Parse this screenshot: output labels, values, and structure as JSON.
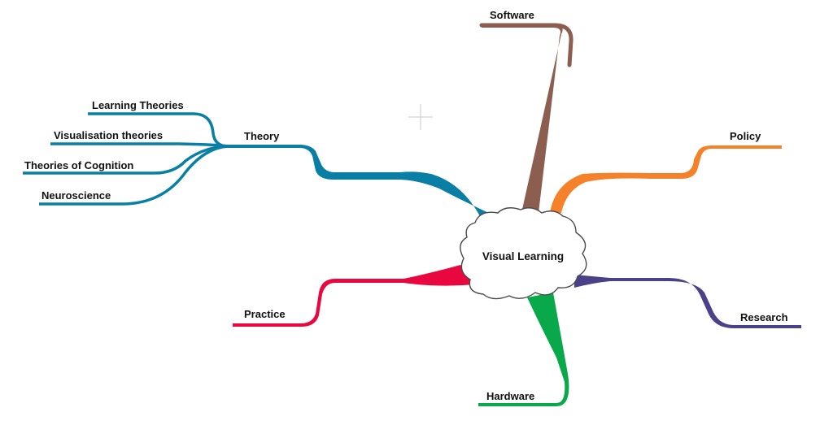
{
  "central": {
    "label": "Visual Learning"
  },
  "branches": {
    "software": {
      "label": "Software",
      "color": "#8b5e50"
    },
    "policy": {
      "label": "Policy",
      "color": "#f5822a"
    },
    "theory": {
      "label": "Theory",
      "color": "#0a7fa6"
    },
    "research": {
      "label": "Research",
      "color": "#4a4188"
    },
    "practice": {
      "label": "Practice",
      "color": "#e8083f"
    },
    "hardware": {
      "label": "Hardware",
      "color": "#08a84b"
    }
  },
  "theory_children": {
    "learning_theories": {
      "label": "Learning Theories"
    },
    "visualisation_theories": {
      "label": "Visualisation theories"
    },
    "theories_of_cognition": {
      "label": "Theories of Cognition"
    },
    "neuroscience": {
      "label": "Neuroscience"
    }
  },
  "cursor": {
    "icon": "crosshair-cursor-icon"
  }
}
